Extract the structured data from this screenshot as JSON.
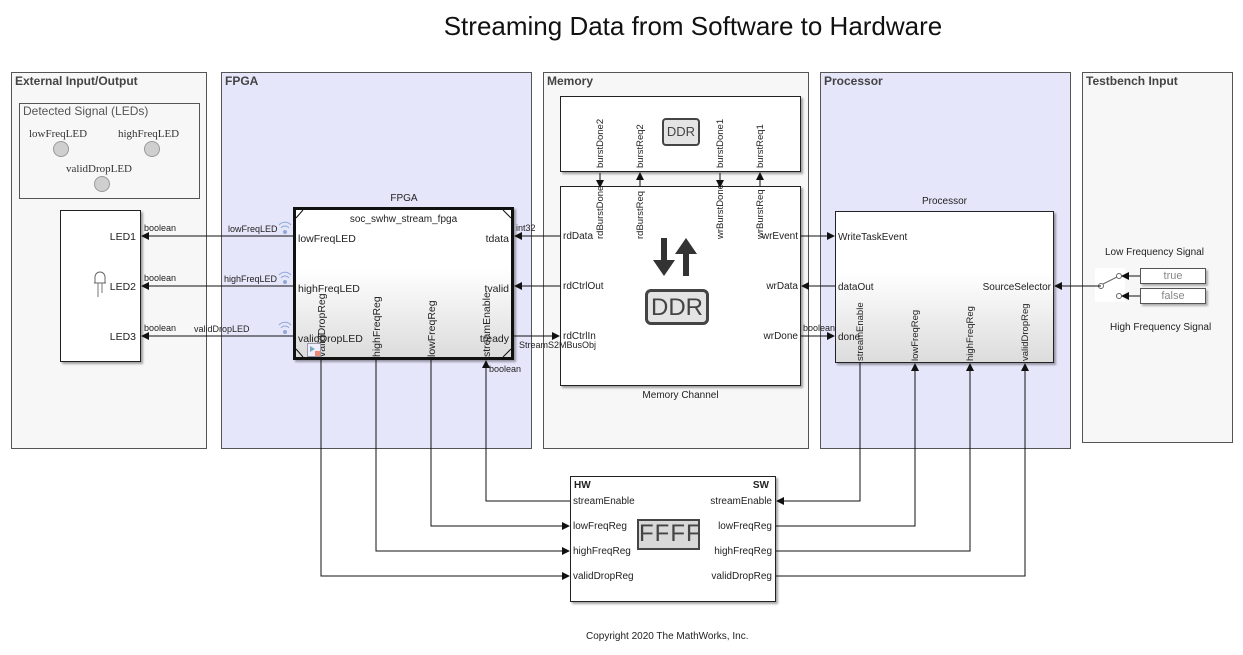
{
  "title": "Streaming Data from Software to Hardware",
  "copyright": "Copyright 2020 The MathWorks, Inc.",
  "areas": {
    "external": "External Input/Output",
    "fpga": "FPGA",
    "memory": "Memory",
    "processor": "Processor",
    "testbench": "Testbench Input"
  },
  "leds_panel": {
    "title": "Detected Signal (LEDs)",
    "leds": [
      "lowFreqLED",
      "highFreqLED",
      "validDropLED"
    ]
  },
  "led_block": {
    "ports": [
      "LED1",
      "LED2",
      "LED3"
    ]
  },
  "fpga_block": {
    "name": "FPGA",
    "model": "soc_swhw_stream_fpga",
    "left_ports": [
      "lowFreqLED",
      "highFreqLED",
      "validDropLED"
    ],
    "right_ports": [
      "tdata",
      "tvalid",
      "tready"
    ],
    "bottom_ports": [
      "validDropReg",
      "highFreqReg",
      "lowFreqReg",
      "streamEnable"
    ]
  },
  "memory_top_block": {
    "chip_label": "DDR",
    "bottom_ports": [
      "burstDone2",
      "burstReq2",
      "burstDone1",
      "burstReq1"
    ]
  },
  "memory_channel": {
    "name": "Memory Channel",
    "chip_label": "DDR",
    "top_ports": [
      "rdBurstDone",
      "rdBurstReq",
      "wrBurstDone",
      "wrBurstReq"
    ],
    "left_ports": [
      "rdData",
      "rdCtrlOut",
      "rdCtrlIn"
    ],
    "right_ports": [
      "wrEvent",
      "wrData",
      "wrDone"
    ]
  },
  "processor_block": {
    "name": "Processor",
    "left_ports": [
      "WriteTaskEvent",
      "dataOut",
      "done"
    ],
    "right_ports": [
      "SourceSelector"
    ],
    "bottom_ports": [
      "streamEnable",
      "lowFreqReg",
      "highFreqReg",
      "validDropReg"
    ]
  },
  "testbench": {
    "top_label": "Low Frequency Signal",
    "bottom_label": "High Frequency Signal",
    "constants": [
      "true",
      "false"
    ]
  },
  "register_block": {
    "hw_label": "HW",
    "sw_label": "SW",
    "display": "FFFF",
    "hw_ports": [
      "streamEnable",
      "lowFreqReg",
      "highFreqReg",
      "validDropReg"
    ],
    "sw_ports": [
      "streamEnable",
      "lowFreqReg",
      "highFreqReg",
      "validDropReg"
    ]
  },
  "signals": {
    "led_types": [
      "boolean",
      "boolean",
      "boolean"
    ],
    "led_names": [
      "lowFreqLED",
      "highFreqLED",
      "validDropLED"
    ],
    "tdata_type": "int32",
    "tready_type": "StreamS2MBusObj",
    "stream_enable_type": "boolean",
    "wr_done_type": "boolean"
  }
}
